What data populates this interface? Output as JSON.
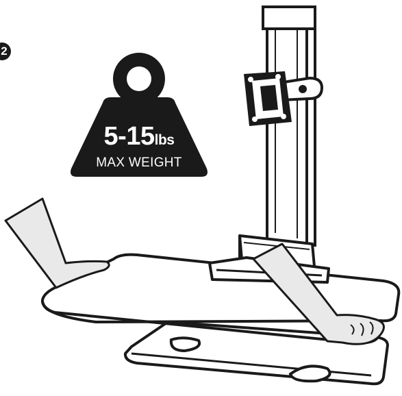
{
  "step": {
    "number": "2"
  },
  "weight": {
    "range": "5-15",
    "unit": "lbs",
    "caption": "MAX WEIGHT"
  },
  "icons": {
    "weight": "kettlebell-weight-icon",
    "monitor_mount": "vesa-mount-icon"
  },
  "colors": {
    "ink": "#1a1a1a",
    "background": "#ffffff",
    "hand": "#e9e9e9"
  }
}
